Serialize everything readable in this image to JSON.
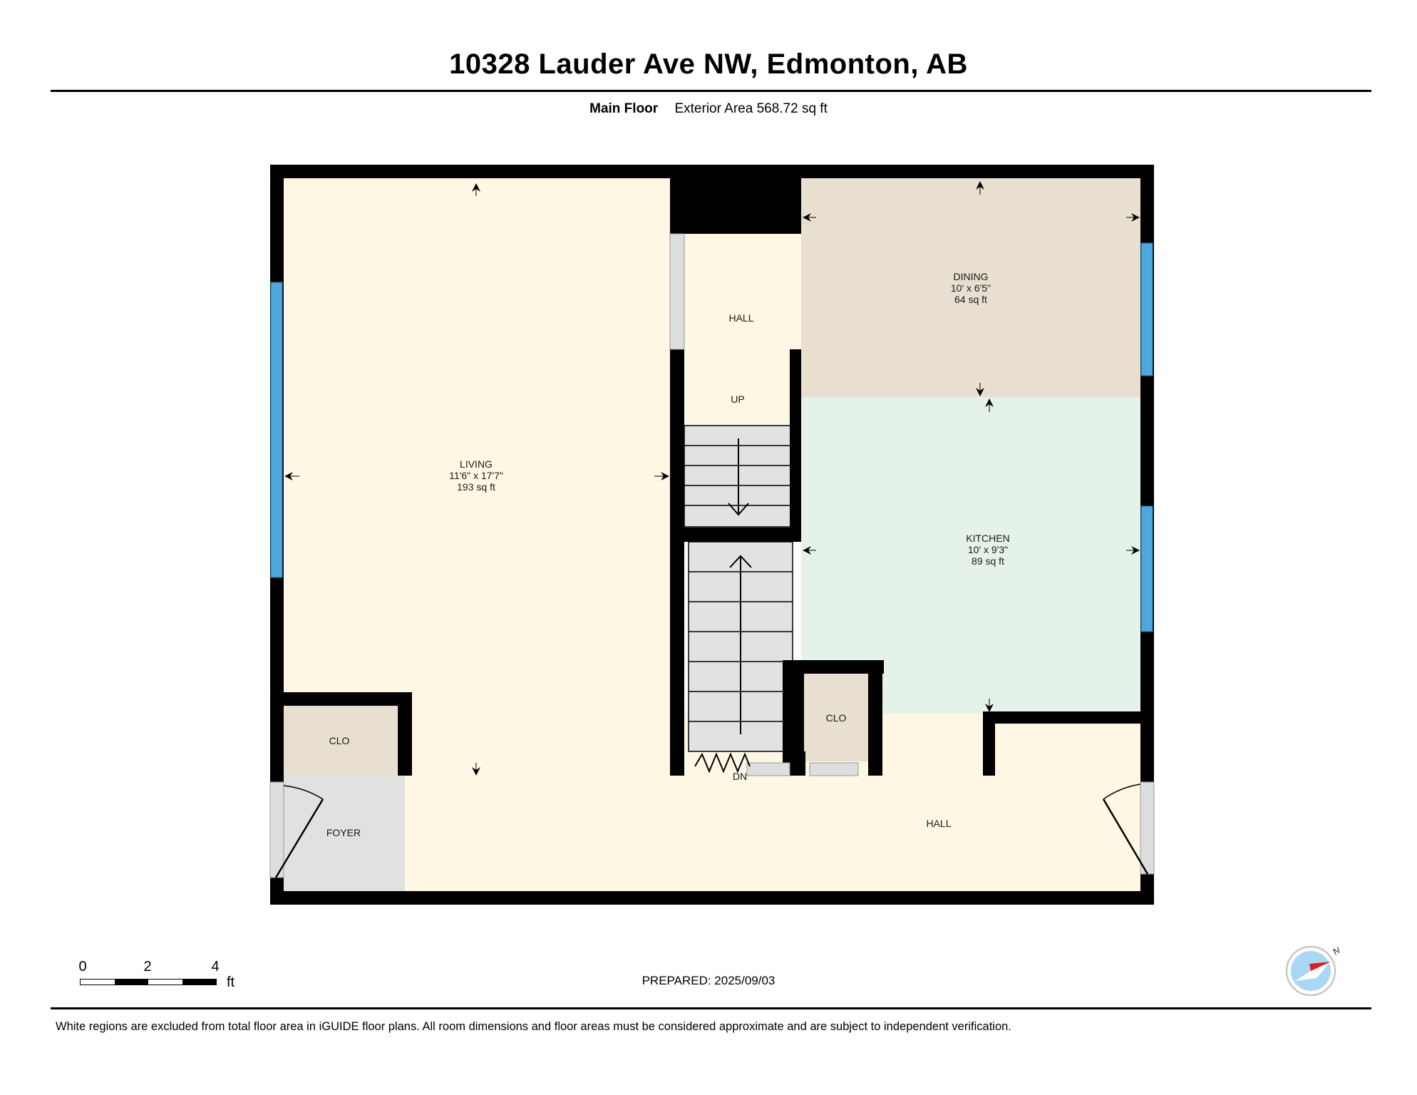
{
  "header": {
    "title": "10328 Lauder Ave NW, Edmonton, AB",
    "floor_name": "Main Floor",
    "exterior_area": "Exterior Area 568.72 sq ft"
  },
  "rooms": {
    "living": {
      "name": "LIVING",
      "dims": "11'6\" x 17'7\"",
      "area": "193 sq ft"
    },
    "dining": {
      "name": "DINING",
      "dims": "10' x 6'5\"",
      "area": "64 sq ft"
    },
    "kitchen": {
      "name": "KITCHEN",
      "dims": "10' x 9'3\"",
      "area": "89 sq ft"
    },
    "hall_upper": {
      "name": "HALL"
    },
    "hall_lower": {
      "name": "HALL"
    },
    "foyer": {
      "name": "FOYER"
    },
    "closet_left": {
      "name": "CLO"
    },
    "closet_right": {
      "name": "CLO"
    }
  },
  "stairs": {
    "up_label": "UP",
    "down_label": "DN"
  },
  "scale": {
    "labels": [
      "0",
      "2",
      "4"
    ],
    "unit": "ft"
  },
  "footer": {
    "prepared": "PREPARED: 2025/09/03",
    "disclaimer": "White regions are excluded from total floor area in iGUIDE floor plans. All room dimensions and floor areas must be considered approximate and are subject to independent verification."
  },
  "compass": {
    "north_label": "N"
  },
  "colors": {
    "living": "#fdf7e3",
    "dining": "#e8dfd0",
    "kitchen": "#e4f2ea",
    "foyer": "#e1e1e1",
    "closet": "#e8dfd0",
    "wall": "#000000",
    "window": "#4fa8dc",
    "stair_tread": "#e2e2e2"
  }
}
